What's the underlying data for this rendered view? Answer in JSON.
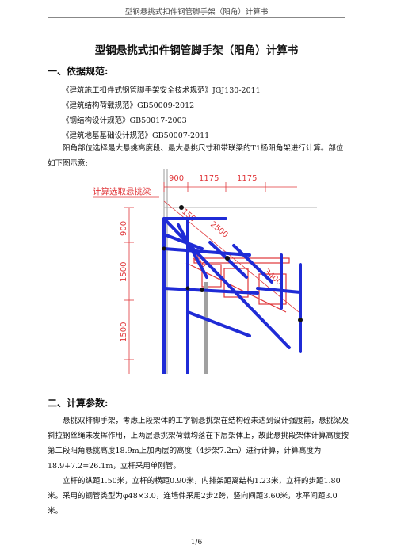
{
  "header": {
    "running_title": "型钢悬挑式扣件钢管脚手架（阳角）计算书"
  },
  "doc_title": "型钢悬挑式扣件钢管脚手架（阳角）计算书",
  "section1": {
    "heading": "一、依据规范:",
    "refs": [
      "《建筑施工扣件式钢管脚手架安全技术规范》JGJ130-2011",
      "《建筑结构荷载规范》GB50009-2012",
      "《钢结构设计规范》GB50017-2003",
      "《建筑地基基础设计规范》GB50007-2011"
    ],
    "intro": "阳角部位选择最大悬挑高度段、最大悬挑尺寸和带联梁的T1杨阳角架进行计算。部位如下图示意:"
  },
  "figure": {
    "label": "计算选取悬挑梁",
    "dims_top": [
      "900",
      "1175",
      "1175"
    ],
    "dims_left": [
      "900",
      "1500",
      "1500"
    ],
    "dims_diag": [
      "150",
      "2500",
      "150",
      "3400"
    ],
    "colors": {
      "blue": "#1f2bd6",
      "red": "#e0363a",
      "grey": "#9a9a9a",
      "dim": "#e0363a"
    }
  },
  "section2": {
    "heading": "二、计算参数:",
    "p1": "悬挑双排脚手架，考虑上段架体的工字钢悬挑架在结构砼未达到设计强度前，悬挑梁及斜拉钢丝绳未发挥作用，上两层悬挑架荷载均落在下层架体上，故此悬挑段架体计算高度按第二段阳角悬挑高度18.9m上加两层的高度（4步架7.2m）进行计算，计算高度为18.9+7.2=26.1m，立杆采用单刚管。",
    "p2": "立杆的纵距1.50米，立杆的横距0.90米，内排架距离结构1.23米，立杆的步距1.80米。采用的钢管类型为φ48×3.0，连墙件采用2步2跨，竖向间距3.60米，水平间距3.0米。"
  },
  "footer": {
    "page": "1/6"
  }
}
